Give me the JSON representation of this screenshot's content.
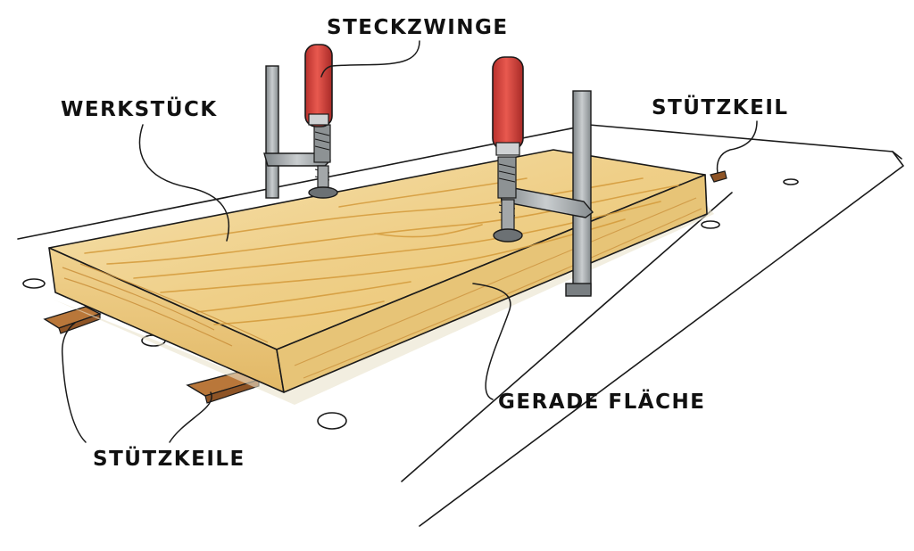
{
  "labels": {
    "clamp": "STECKZWINGE",
    "workpiece": "WERKSTÜCK",
    "wedge": "STÜTZKEIL",
    "flat_surface": "GERADE FLÄCHE",
    "wedges": "STÜTZKEILE"
  },
  "colors": {
    "wood_top": "#f2d79a",
    "wood_grain": "#d49a3a",
    "wood_edge": "#e9c983",
    "wedge_wood": "#b9773a",
    "clamp_handle": "#d8413c",
    "clamp_steel": "#9ea3a6",
    "bench": "#ffffff"
  }
}
